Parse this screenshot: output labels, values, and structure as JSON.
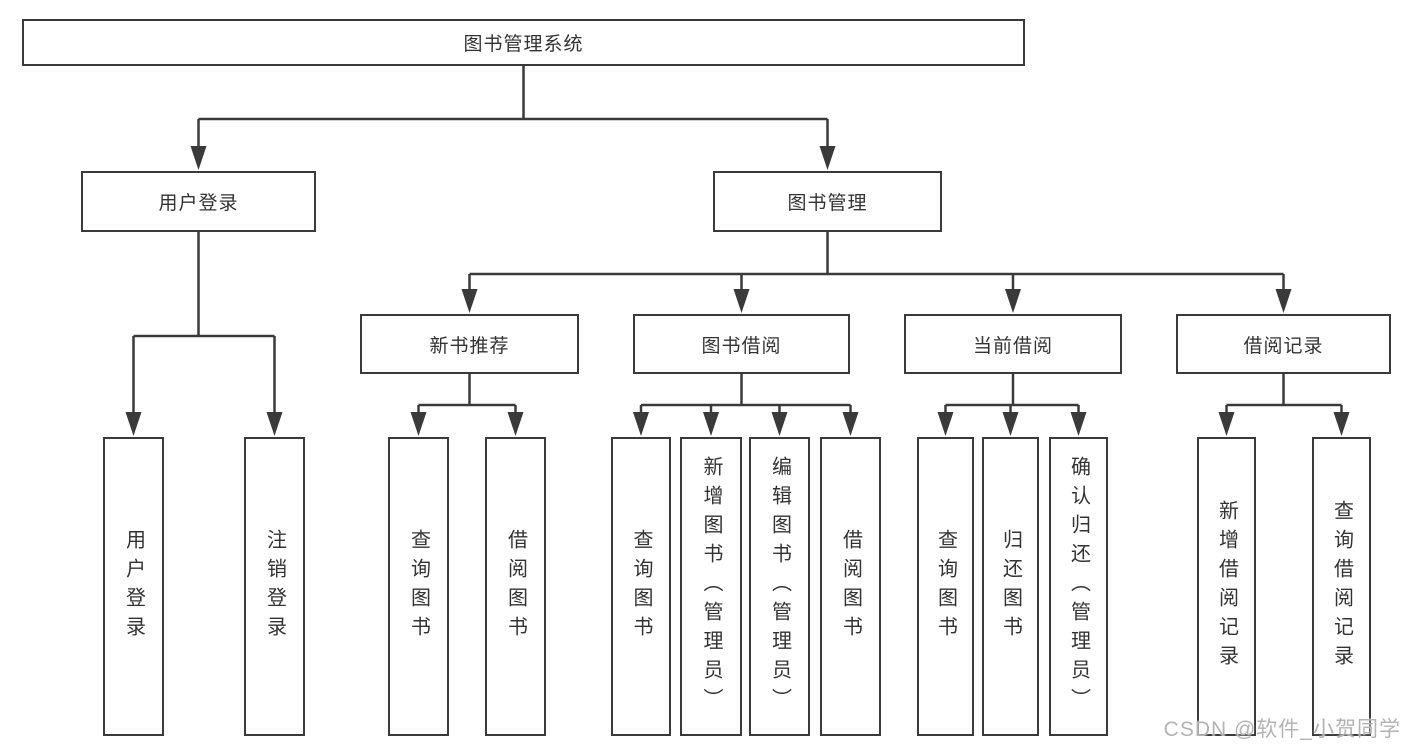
{
  "nodes": {
    "root": "图书管理系统",
    "user_login": "用户登录",
    "book_management": "图书管理",
    "new_book_recommend": "新书推荐",
    "book_borrowing": "图书借阅",
    "current_borrowing": "当前借阅",
    "borrowing_records": "借阅记录"
  },
  "leaves": {
    "user_login": "用户登录",
    "logout": "注销登录",
    "recommend_query_book": "查询图书",
    "recommend_borrow_book": "借阅图书",
    "borrow_query_book": "查询图书",
    "borrow_add_book_admin": "新增图书（管理员）",
    "borrow_edit_book_admin": "编辑图书（管理员）",
    "borrow_borrow_book": "借阅图书",
    "current_query_book": "查询图书",
    "current_return_book": "归还图书",
    "current_confirm_return_admin": "确认归还（管理员）",
    "records_add_record": "新增借阅记录",
    "records_query_record": "查询借阅记录"
  },
  "watermark": "CSDN @软件_小贺同学",
  "colors": {
    "line": "#3a3a3a",
    "text": "#333333",
    "watermark": "#b3b3b3",
    "background": "#ffffff"
  }
}
